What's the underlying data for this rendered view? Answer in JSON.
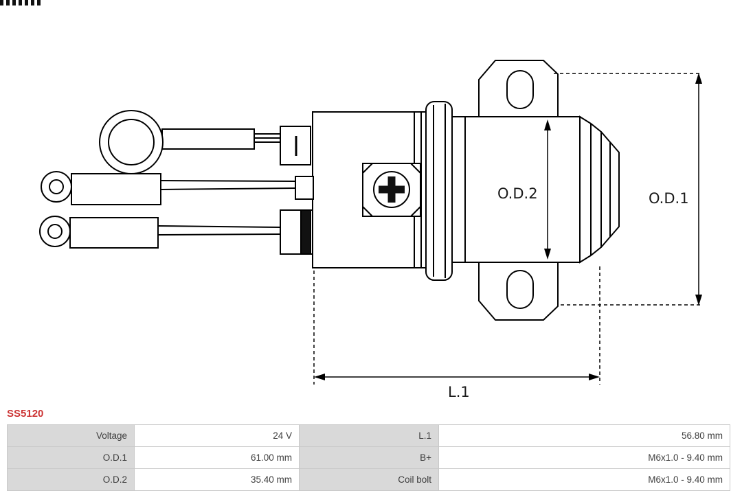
{
  "part_number": "SS5120",
  "diagram": {
    "labels": {
      "od1": "O.D.1",
      "od2": "O.D.2",
      "l1": "L.1"
    }
  },
  "table": {
    "rows": [
      {
        "cells": [
          "Voltage",
          "24 V",
          "L.1",
          "56.80 mm"
        ]
      },
      {
        "cells": [
          "O.D.1",
          "61.00 mm",
          "B+",
          "M6x1.0 - 9.40 mm"
        ]
      },
      {
        "cells": [
          "O.D.2",
          "35.40 mm",
          "Coil bolt",
          "M6x1.0 - 9.40 mm"
        ]
      }
    ]
  },
  "colors": {
    "part_number_red": "#cc3333",
    "table_label_bg": "#d9d9d9",
    "table_border": "#c9c9c9",
    "drawing_line": "#000000"
  }
}
